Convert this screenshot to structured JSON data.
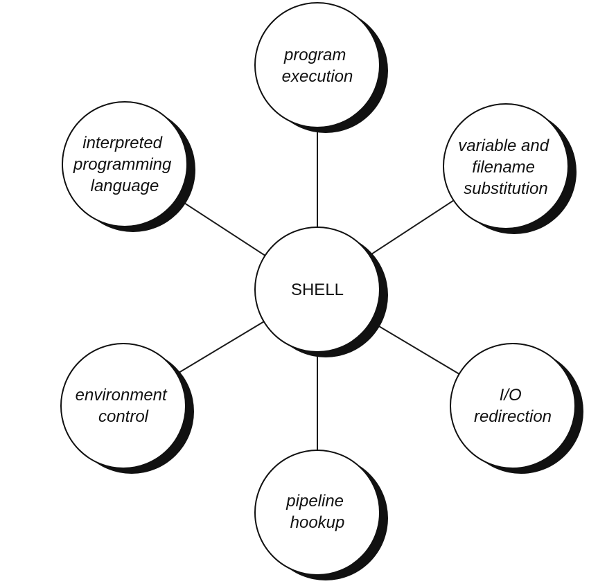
{
  "diagram": {
    "center": {
      "label": "SHELL"
    },
    "nodes": [
      {
        "id": "program-execution",
        "lines": [
          "program",
          "execution"
        ]
      },
      {
        "id": "variable-filename-substitution",
        "lines": [
          "variable and",
          "filename",
          "substitution"
        ]
      },
      {
        "id": "io-redirection",
        "lines": [
          "I/O",
          "redirection"
        ]
      },
      {
        "id": "pipeline-hookup",
        "lines": [
          "pipeline",
          "hookup"
        ]
      },
      {
        "id": "environment-control",
        "lines": [
          "environment",
          "control"
        ]
      },
      {
        "id": "interpreted-programming-language",
        "lines": [
          "interpreted",
          "programming",
          "language"
        ]
      }
    ]
  }
}
